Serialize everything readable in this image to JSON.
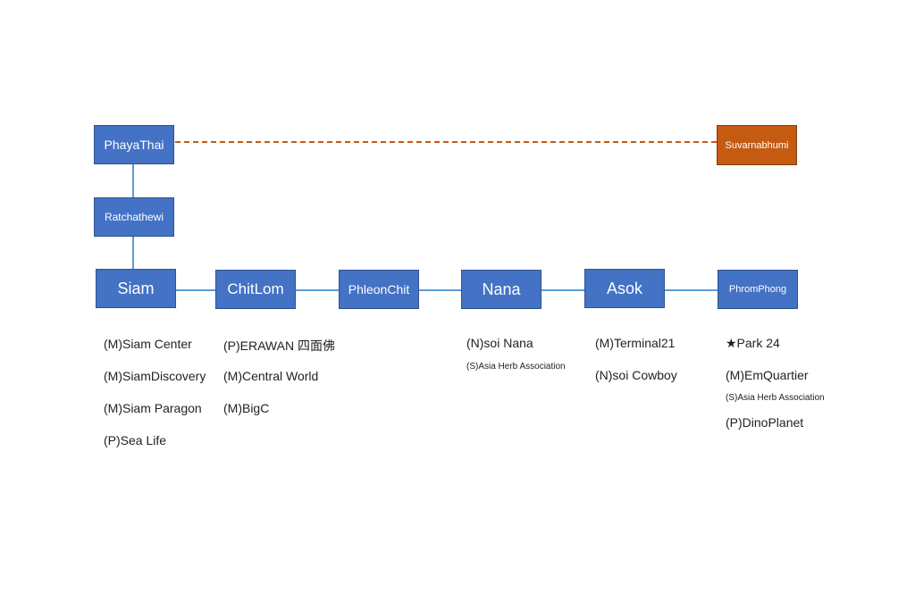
{
  "diagram": {
    "stations": {
      "phayathai": "PhayaThai",
      "suvarnabhumi": "Suvarnabhumi",
      "ratchathewi": "Ratchathewi",
      "siam": "Siam",
      "chitlom": "ChitLom",
      "phleonchit": "PhleonChit",
      "nana": "Nana",
      "asok": "Asok",
      "phromphong": "PhromPhong"
    },
    "poi": {
      "siam": [
        "(M)Siam Center",
        "(M)SiamDiscovery",
        "(M)Siam Paragon",
        "(P)Sea Life"
      ],
      "chitlom": [
        "(P)ERAWAN  四面佛",
        "(M)Central World",
        "(M)BigC"
      ],
      "nana": [
        "(N)soi Nana",
        "(S)Asia Herb Association"
      ],
      "asok": [
        "(M)Terminal21",
        "(N)soi Cowboy"
      ],
      "phromphong": [
        "★Park 24",
        "(M)EmQuartier",
        "(S)Asia Herb Association",
        "(P)DinoPlanet"
      ]
    }
  },
  "colors": {
    "station_fill": "#4472c4",
    "airport_fill": "#c55a11",
    "line": "#5b9bd5",
    "airport_link": "#c55a11"
  }
}
